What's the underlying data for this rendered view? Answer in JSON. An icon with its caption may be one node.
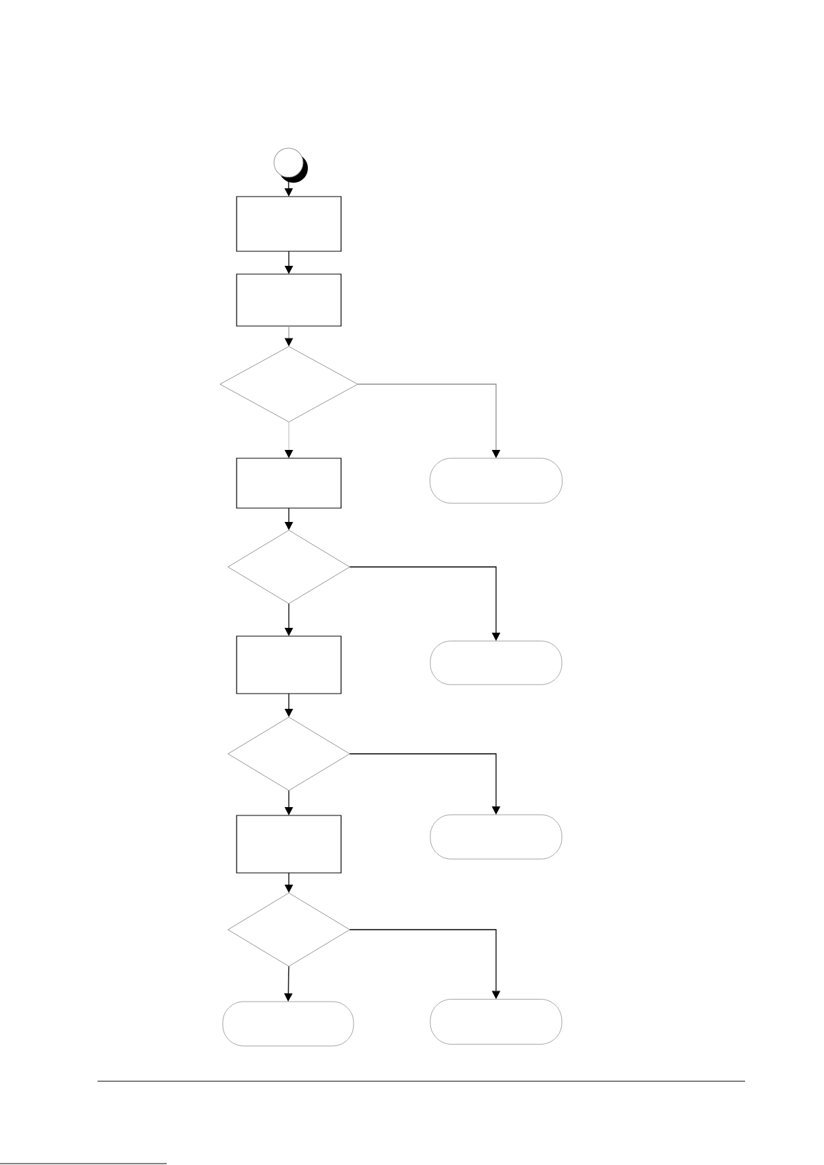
{
  "diagram": {
    "nodes": [
      {
        "text": [],
        "shape": "circle"
      },
      {
        "text": [],
        "shape": "box"
      },
      {
        "text": [],
        "shape": "box"
      },
      {
        "text": [],
        "shape": "diamond"
      },
      {
        "text": [],
        "shape": "box"
      },
      {
        "text": [],
        "shape": "stadium"
      },
      {
        "text": [],
        "shape": "diamond"
      },
      {
        "text": [],
        "shape": "box"
      },
      {
        "text": [],
        "shape": "stadium"
      },
      {
        "text": [],
        "shape": "diamond"
      },
      {
        "text": [],
        "shape": "box"
      },
      {
        "text": [],
        "shape": "stadium"
      },
      {
        "text": [],
        "shape": "diamond"
      },
      {
        "text": [],
        "shape": "stadium"
      },
      {
        "text": [],
        "shape": "stadium"
      }
    ],
    "edges": [
      {
        "from": 0,
        "to": 1,
        "arrow": "to"
      },
      {
        "from": 1,
        "to": 2,
        "arrow": "to"
      },
      {
        "from": 2,
        "to": 3,
        "arrow": "to",
        "color": "#a0a0a0"
      },
      {
        "from": 3,
        "to": 4,
        "arrow": "to",
        "color": "#c8c8c8"
      },
      {
        "from": 3,
        "to": 5,
        "arrow": "to",
        "color": "#909090"
      },
      {
        "from": 4,
        "to": 6,
        "arrow": "to"
      },
      {
        "from": 6,
        "to": 7,
        "arrow": "to"
      },
      {
        "from": 6,
        "to": 8,
        "arrow": "to"
      },
      {
        "from": 7,
        "to": 9,
        "arrow": "to"
      },
      {
        "from": 9,
        "to": 10,
        "arrow": "to"
      },
      {
        "from": 9,
        "to": 11,
        "arrow": "to"
      },
      {
        "from": 10,
        "to": 12,
        "arrow": "to"
      },
      {
        "from": 12,
        "to": 13,
        "arrow": "to"
      },
      {
        "from": 12,
        "to": 14,
        "arrow": "to"
      }
    ]
  }
}
